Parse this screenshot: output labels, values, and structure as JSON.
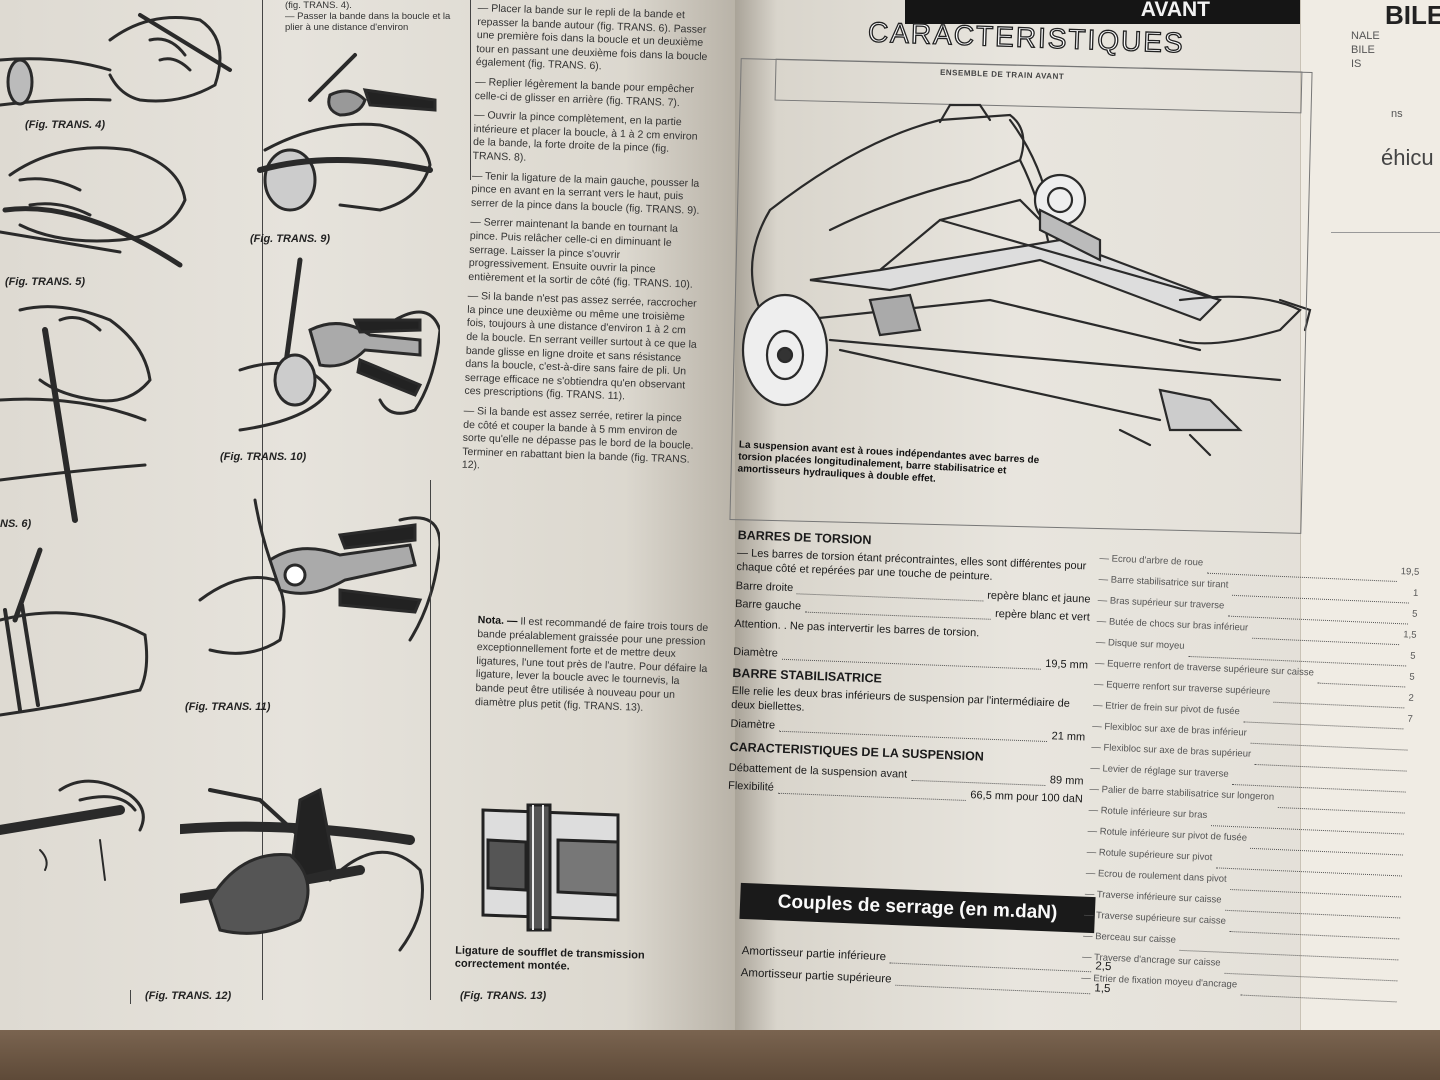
{
  "left_page": {
    "captions": {
      "fig4": "(Fig. TRANS. 4)",
      "fig5": "(Fig. TRANS. 5)",
      "fig6": "NS. 6)",
      "fig9": "(Fig. TRANS. 9)",
      "fig10": "(Fig. TRANS. 10)",
      "fig11": "(Fig. TRANS. 11)",
      "fig12": "(Fig. TRANS. 12)",
      "fig13": "(Fig. TRANS. 13)"
    },
    "col1": [
      "(fig. TRANS. 4).",
      "— Passer la bande dans la boucle et la plier à une distance d'environ"
    ],
    "col2": {
      "p1": "— Placer la bande sur le repli de la bande et repasser la bande autour (fig. TRANS. 6). Passer une première fois dans la boucle et un deuxième tour en passant une deuxième fois dans la boucle également (fig. TRANS. 6).",
      "p2": "— Replier légèrement la bande pour empêcher celle-ci de glisser en arrière (fig. TRANS. 7).",
      "p3": "— Ouvrir la pince complètement, en la partie intérieure et placer la boucle, à 1 à 2 cm environ de la bande, la forte droite de la pince (fig. TRANS. 8).",
      "p4": "— Tenir la ligature de la main gauche, pousser la pince en avant en la serrant vers le haut, puis serrer de la pince dans la boucle (fig. TRANS. 9).",
      "p5": "— Serrer maintenant la bande en tournant la pince. Puis relâcher celle-ci en diminuant le serrage. Laisser la pince s'ouvrir progressivement. Ensuite ouvrir la pince entièrement et la sortir de côté (fig. TRANS. 10).",
      "p6": "— Si la bande n'est pas assez serrée, raccrocher la pince une deuxième ou même une troisième fois, toujours à une distance d'environ 1 à 2 cm de la boucle. En serrant veiller surtout à ce que la bande glisse en ligne droite et sans résistance dans la boucle, c'est-à-dire sans faire de pli. Un serrage efficace ne s'obtiendra qu'en observant ces prescriptions (fig. TRANS. 11).",
      "p7": "— Si la bande est assez serrée, retirer la pince de côté et couper la bande à 5 mm environ de sorte qu'elle ne dépasse pas le bord de la boucle. Terminer en rabattant bien la bande (fig. TRANS. 12).",
      "note_label": "Nota. —",
      "note": "Il est recommandé de faire trois tours de bande préalablement graissée pour une pression exceptionnellement forte et de mettre deux ligatures, l'une tout près de l'autre. Pour défaire la ligature, lever la boucle avec le tournevis, la bande peut être utilisée à nouveau pour un diamètre plus petit (fig. TRANS. 13)."
    },
    "fig13_text": "Ligature de soufflet de transmission correctement montée."
  },
  "right_page": {
    "banner": "AVANT",
    "title": "CARACTERISTIQUES",
    "illus_header": "ENSEMBLE DE TRAIN AVANT",
    "illus_caption": "La suspension avant est à roues indépendantes avec barres de torsion placées longitudinalement, barre stabilisatrice et amortisseurs hydrauliques à double effet.",
    "torsion": {
      "title": "BARRES DE TORSION",
      "text1": "— Les barres de torsion étant précontraintes, elles sont différentes pour chaque côté et repérées par une touche de peinture.",
      "rows": [
        {
          "label": "Barre droite",
          "value": "repère blanc et jaune"
        },
        {
          "label": "Barre gauche",
          "value": "repère blanc et vert"
        }
      ],
      "attention": "Attention. . Ne pas intervertir les barres de torsion.",
      "diam_label": "Diamètre",
      "diam_value": "19,5 mm"
    },
    "stab": {
      "title": "BARRE STABILISATRICE",
      "text": "Elle relie les deux bras inférieurs de suspension par l'intermédiaire de deux biellettes.",
      "diam_label": "Diamètre",
      "diam_value": "21 mm"
    },
    "susp": {
      "title": "CARACTERISTIQUES DE LA SUSPENSION",
      "rows": [
        {
          "label": "Débattement de la suspension avant",
          "value": "89 mm"
        },
        {
          "label": "Flexibilité",
          "value": "66,5 mm pour 100 daN"
        }
      ]
    },
    "couples_title": "Couples de serrage (en m.daN)",
    "couples_left": [
      {
        "label": "Amortisseur partie inférieure",
        "value": "2,5"
      },
      {
        "label": "Amortisseur partie supérieure",
        "value": "1,5"
      }
    ],
    "couples_right": [
      {
        "label": "— Ecrou d'arbre de roue",
        "value": "19,5"
      },
      {
        "label": "— Barre stabilisatrice sur tirant",
        "value": "1"
      },
      {
        "label": "— Bras supérieur sur traverse",
        "value": "5"
      },
      {
        "label": "— Butée de chocs sur bras inférieur",
        "value": "1,5"
      },
      {
        "label": "— Disque sur moyeu",
        "value": "5"
      },
      {
        "label": "— Equerre renfort de traverse supérieure sur caisse",
        "value": "5"
      },
      {
        "label": "— Equerre renfort sur traverse supérieure",
        "value": "2"
      },
      {
        "label": "— Etrier de frein sur pivot de fusée",
        "value": "7"
      },
      {
        "label": "— Flexibloc sur axe de bras inférieur",
        "value": ""
      },
      {
        "label": "— Flexibloc sur axe de bras supérieur",
        "value": ""
      },
      {
        "label": "— Levier de réglage sur traverse",
        "value": ""
      },
      {
        "label": "— Palier de barre stabilisatrice sur longeron",
        "value": ""
      },
      {
        "label": "— Rotule inférieure sur bras",
        "value": ""
      },
      {
        "label": "— Rotule inférieure sur pivot de fusée",
        "value": ""
      },
      {
        "label": "— Rotule supérieure sur pivot",
        "value": ""
      },
      {
        "label": "— Ecrou de roulement dans pivot",
        "value": ""
      },
      {
        "label": "— Traverse inférieure sur caisse",
        "value": ""
      },
      {
        "label": "— Traverse supérieure sur caisse",
        "value": ""
      },
      {
        "label": "— Berceau sur caisse",
        "value": ""
      },
      {
        "label": "— Traverse d'ancrage sur caisse",
        "value": ""
      },
      {
        "label": "— Etrier de fixation moyeu d'ancrage",
        "value": ""
      }
    ],
    "next_page": {
      "big": "BILE",
      "l1": "NALE",
      "l2": "BILE",
      "l3": "IS",
      "l4": "ns",
      "l5": "éhicu"
    }
  }
}
